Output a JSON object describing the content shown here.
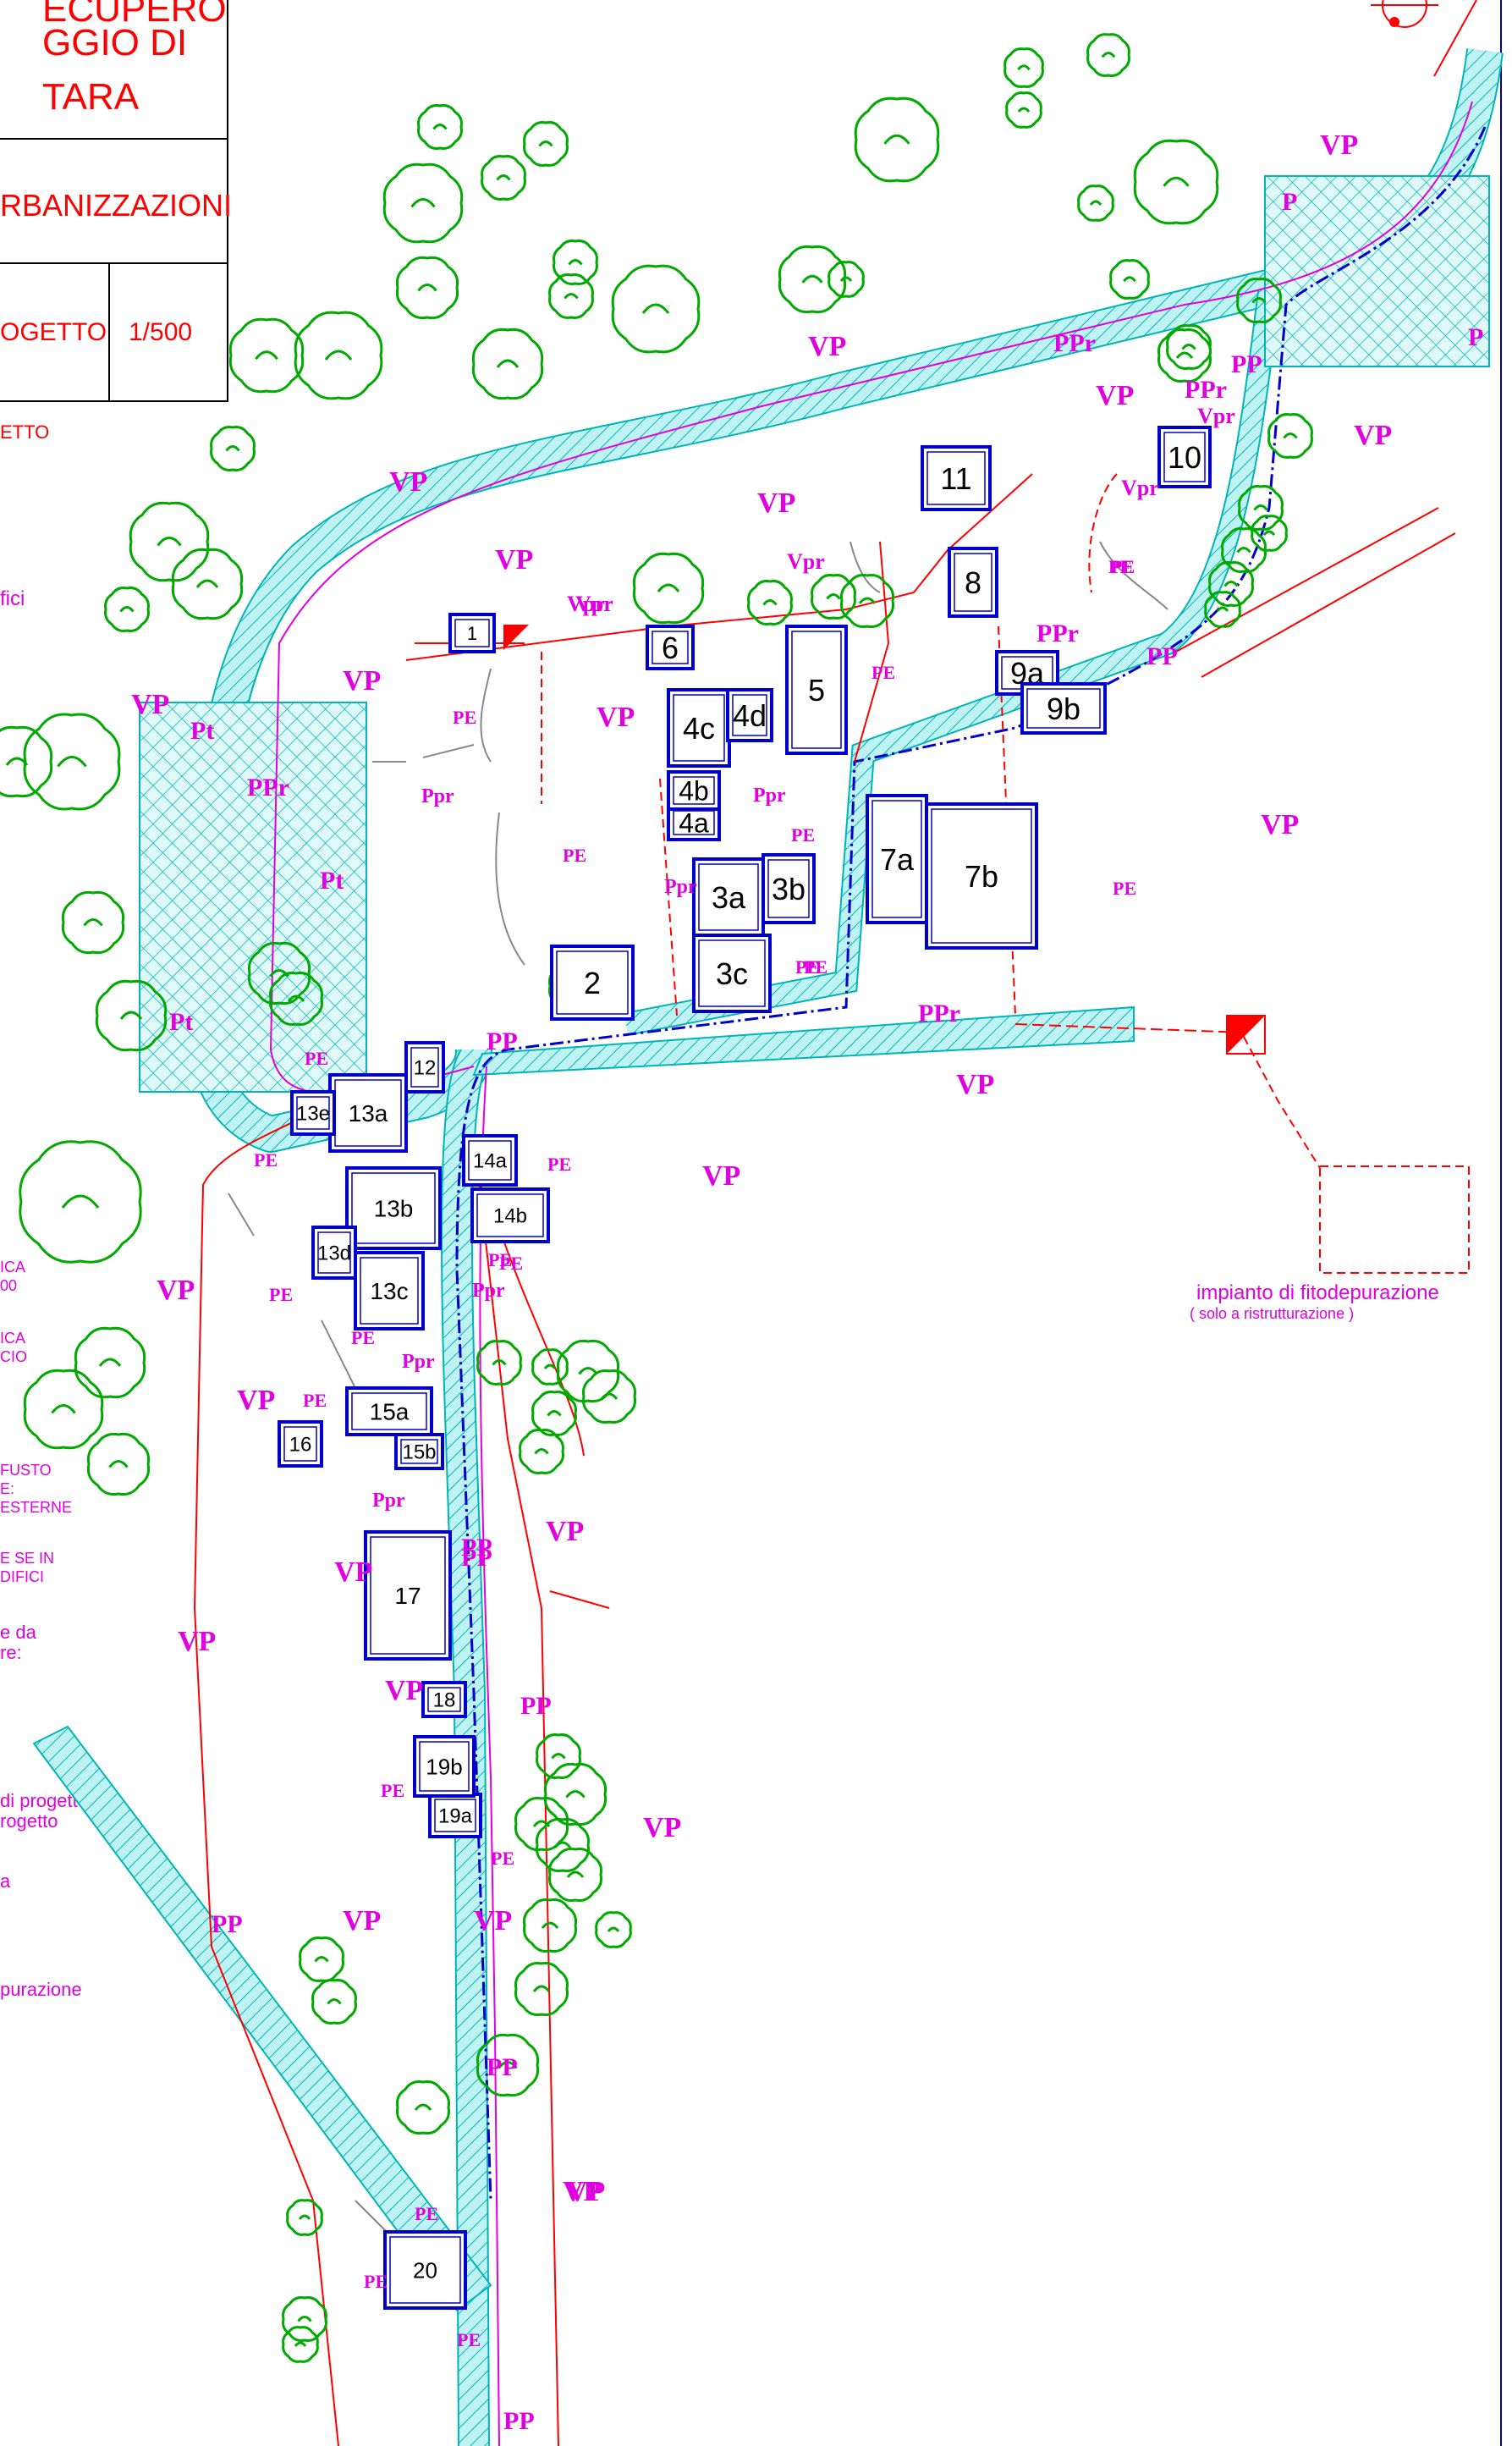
{
  "title_block": {
    "title_line1": "ECUPERO",
    "title_line2": "GGIO DI",
    "title_line3": "TARA",
    "section": "RBANIZZAZIONI",
    "phase": "OGETTO",
    "scale": "1/500",
    "subtitle": "ETTO"
  },
  "legend": {
    "fici": "fici",
    "ica1a": "ICA",
    "ica1b": "00",
    "ica2a": "ICA",
    "ica2b": "CIO",
    "fusto_a": "FUSTO",
    "fusto_b": "E:",
    "fusto_c": "ESTERNE",
    "sein_a": "E SE IN",
    "sein_b": "DIFICI",
    "eda_a": "e da",
    "eda_b": "re:",
    "prog_a": "di progetto",
    "prog_b": "rogetto",
    "a": "a",
    "purazione": "purazione"
  },
  "plant_label": {
    "line1": "impianto di fitodepurazione",
    "line2": "( solo a ristrutturazione )"
  },
  "colors": {
    "zone_label": "#e000e0",
    "building": "#0000cc",
    "tree": "#00aa00",
    "road_fill": "#bff2f2",
    "road_hatch": "#00b5b5",
    "red_line": "#ff0000"
  },
  "buildings": [
    {
      "id": "1"
    },
    {
      "id": "2"
    },
    {
      "id": "3a"
    },
    {
      "id": "3b"
    },
    {
      "id": "3c"
    },
    {
      "id": "4a"
    },
    {
      "id": "4b"
    },
    {
      "id": "4c"
    },
    {
      "id": "4d"
    },
    {
      "id": "5"
    },
    {
      "id": "6"
    },
    {
      "id": "7a"
    },
    {
      "id": "7b"
    },
    {
      "id": "8"
    },
    {
      "id": "9a"
    },
    {
      "id": "9b"
    },
    {
      "id": "10"
    },
    {
      "id": "11"
    },
    {
      "id": "12"
    },
    {
      "id": "13a"
    },
    {
      "id": "13b"
    },
    {
      "id": "13c"
    },
    {
      "id": "13d"
    },
    {
      "id": "13e"
    },
    {
      "id": "14a"
    },
    {
      "id": "14b"
    },
    {
      "id": "15a"
    },
    {
      "id": "15b"
    },
    {
      "id": "16"
    },
    {
      "id": "17"
    },
    {
      "id": "18"
    },
    {
      "id": "19a"
    },
    {
      "id": "19b"
    },
    {
      "id": "20"
    }
  ],
  "zones": [
    {
      "label": "VP"
    },
    {
      "label": "VP"
    },
    {
      "label": "VP"
    },
    {
      "label": "VP"
    },
    {
      "label": "VP"
    },
    {
      "label": "VP"
    },
    {
      "label": "VP"
    },
    {
      "label": "VP"
    },
    {
      "label": "VP"
    },
    {
      "label": "VP"
    },
    {
      "label": "VP"
    },
    {
      "label": "VP"
    },
    {
      "label": "VP"
    },
    {
      "label": "VP"
    },
    {
      "label": "VP"
    },
    {
      "label": "VP"
    },
    {
      "label": "VP"
    },
    {
      "label": "VP"
    },
    {
      "label": "VP"
    },
    {
      "label": "VP"
    },
    {
      "label": "VP"
    },
    {
      "label": "VP"
    },
    {
      "label": "VP"
    },
    {
      "label": "VP"
    },
    {
      "label": "P"
    },
    {
      "label": "P"
    },
    {
      "label": "PPr"
    },
    {
      "label": "PPr"
    },
    {
      "label": "PPr"
    },
    {
      "label": "PPr"
    },
    {
      "label": "PPr"
    },
    {
      "label": "PP"
    },
    {
      "label": "PP"
    },
    {
      "label": "PP"
    },
    {
      "label": "PP"
    },
    {
      "label": "PP"
    },
    {
      "label": "PP"
    },
    {
      "label": "PP"
    },
    {
      "label": "PP"
    },
    {
      "label": "PP"
    },
    {
      "label": "Vpr"
    },
    {
      "label": "Vpr"
    },
    {
      "label": "Vpr"
    },
    {
      "label": "Vpr"
    },
    {
      "label": "Vpr"
    },
    {
      "label": "Ppr"
    },
    {
      "label": "Ppr"
    },
    {
      "label": "Ppr"
    },
    {
      "label": "Ppr"
    },
    {
      "label": "Ppr"
    },
    {
      "label": "Ppr"
    },
    {
      "label": "Pt"
    },
    {
      "label": "Pt"
    },
    {
      "label": "Pt"
    },
    {
      "label": "PE"
    },
    {
      "label": "PE"
    },
    {
      "label": "PE"
    },
    {
      "label": "PE"
    },
    {
      "label": "PE"
    },
    {
      "label": "PE"
    },
    {
      "label": "PE"
    },
    {
      "label": "PE"
    },
    {
      "label": "PE"
    },
    {
      "label": "PE"
    },
    {
      "label": "PE"
    },
    {
      "label": "PE"
    },
    {
      "label": "PE"
    },
    {
      "label": "PE"
    },
    {
      "label": "PE"
    },
    {
      "label": "PE"
    },
    {
      "label": "PE"
    },
    {
      "label": "PE"
    },
    {
      "label": "PE"
    },
    {
      "label": "PE"
    },
    {
      "label": "PE"
    },
    {
      "label": "PE"
    }
  ]
}
